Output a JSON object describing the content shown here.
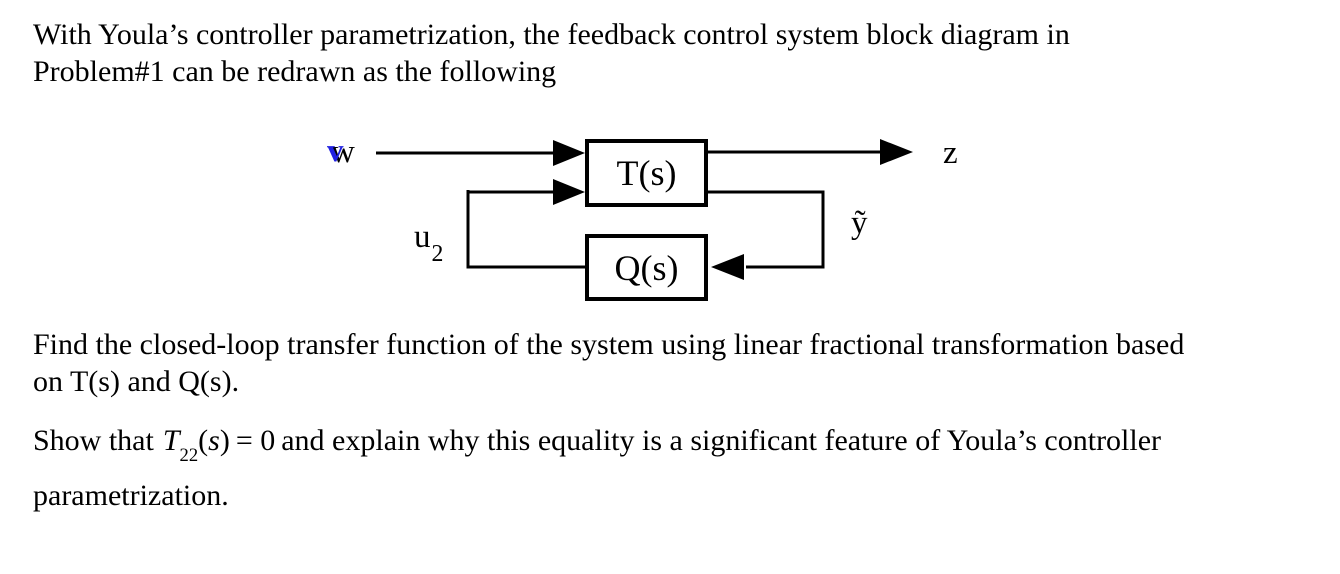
{
  "page": {
    "background": "#ffffff",
    "text_color": "#000000",
    "accent_blue": "#2020e0"
  },
  "paragraphs": {
    "intro_line1": "With Youla’s controller parametrization, the feedback control system block diagram in",
    "intro_line2": "Problem#1 can be redrawn as the following",
    "find_line1": "Find the closed-loop transfer function of the system using linear fractional transformation based",
    "find_line2": "on T(s) and Q(s).",
    "show_prefix": "Show that",
    "show_math": {
      "T": "T",
      "T_sub": "22",
      "open_paren": "(",
      "s": "s",
      "close_paren": ")",
      "equals_zero": "= 0"
    },
    "show_suffix": "and explain why this equality is a significant feature of Youla’s controller",
    "show_line2": "parametrization."
  },
  "diagram": {
    "blocks": {
      "t_label": "T(s)",
      "q_label": "Q(s)"
    },
    "signals": {
      "w": "w",
      "w_overlay": "v",
      "z": "z",
      "u_base": "u",
      "u_sub": "2",
      "y_tilde": "ỹ"
    }
  }
}
